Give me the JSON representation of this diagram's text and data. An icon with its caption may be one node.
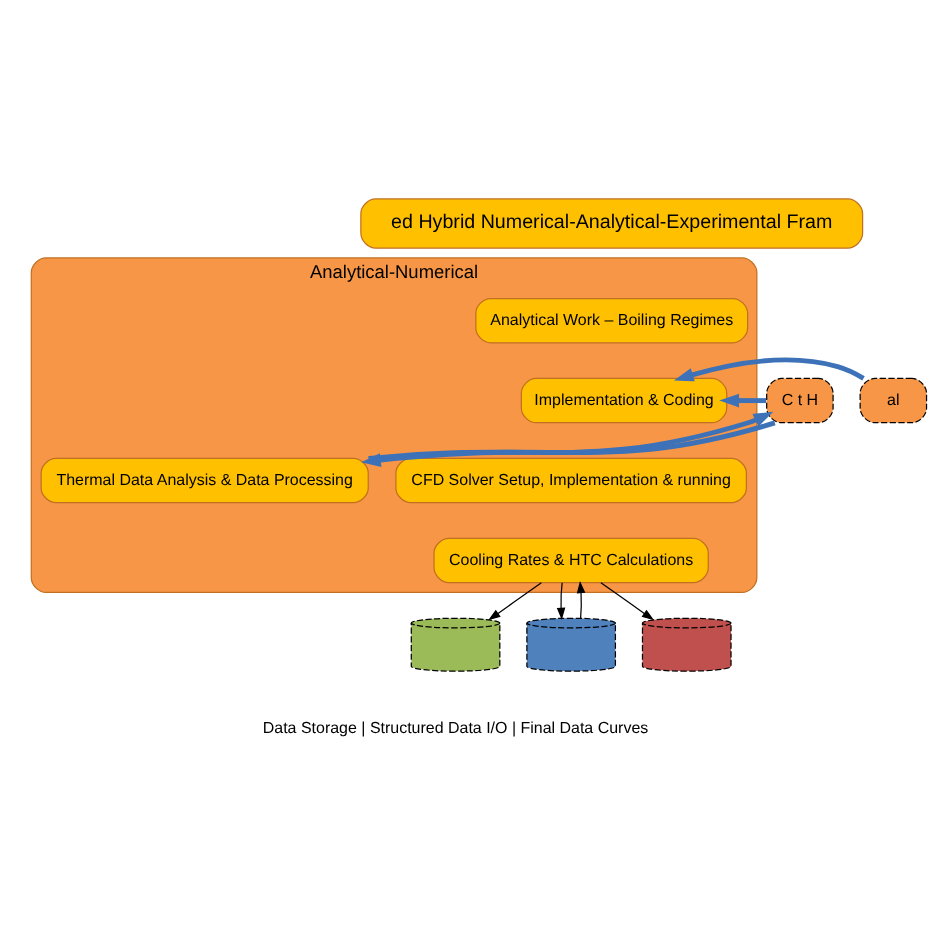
{
  "diagram": {
    "nodes": [
      {
        "text": [
          "ed Hybrid Numerical-Analytical-Experimental Fram"
        ]
      },
      {
        "text": [
          "al"
        ]
      },
      {
        "text": [
          "Analytical-Numerical"
        ]
      },
      {
        "text": [
          "Analytical Work – Boiling Regimes"
        ],
        "in": 2
      },
      {
        "text": [
          "Implementation & Coding"
        ],
        "in": 2
      },
      {
        "text": [
          "CFD Solver Setup, Implementation & running"
        ],
        "in": 2
      },
      {
        "text": [
          "Thermal Data Analysis & Data Processing"
        ],
        "in": 2
      },
      {
        "text": [
          "Cooling Rates & HTC Calculations"
        ],
        "in": 2
      },
      {
        "text": [
          "C t H"
        ]
      },
      {
        "text": [],
        "shape": "cylinder"
      },
      {
        "text": [],
        "shape": "cylinder"
      },
      {
        "text": [],
        "shape": "cylinder"
      }
    ],
    "edges": [
      {
        "from": 1,
        "to": 4,
        "arrow": "to",
        "style": "thick",
        "color": "#3d72b8"
      },
      {
        "from": 8,
        "to": 4,
        "arrow": "to",
        "style": "thick",
        "color": "#3d72b8"
      },
      {
        "from": 6,
        "to": 8,
        "arrow": "to",
        "style": "thick",
        "color": "#3d72b8"
      },
      {
        "from": 8,
        "to": 6,
        "arrow": "to",
        "style": "thick",
        "color": "#3d72b8"
      },
      {
        "from": 7,
        "to": 9,
        "arrow": "to",
        "color": "#000000"
      },
      {
        "from": 7,
        "to": 10,
        "arrow": "to",
        "color": "#000000"
      },
      {
        "from": 10,
        "to": 7,
        "arrow": "to",
        "color": "#000000"
      },
      {
        "from": 7,
        "to": 11,
        "arrow": "to",
        "color": "#000000"
      }
    ],
    "labels": [
      "Data Storage | Structured Data I/O | Final Data Curves"
    ]
  }
}
